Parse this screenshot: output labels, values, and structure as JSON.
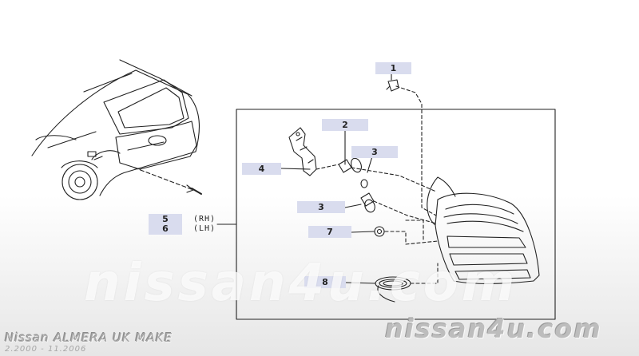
{
  "callouts": [
    {
      "id": "1",
      "label": "1"
    },
    {
      "id": "2",
      "label": "2"
    },
    {
      "id": "3a",
      "label": "3"
    },
    {
      "id": "4",
      "label": "4"
    },
    {
      "id": "3b",
      "label": "3"
    },
    {
      "id": "5",
      "label": "5"
    },
    {
      "id": "6",
      "label": "6"
    },
    {
      "id": "7",
      "label": "7"
    },
    {
      "id": "8",
      "label": "8"
    }
  ],
  "side_labels": {
    "rh": "(RH)",
    "lh": "(LH)"
  },
  "watermark": {
    "center": "nissan4u.com",
    "brand": "nissan4u.com"
  },
  "caption": {
    "model": "Nissan ALMERA UK MAKE",
    "dates": "2.2000 - 11.2006"
  },
  "colors": {
    "callout_bg": "#d9dcee",
    "line": "#222222",
    "watermark": "#bdbdbd"
  }
}
